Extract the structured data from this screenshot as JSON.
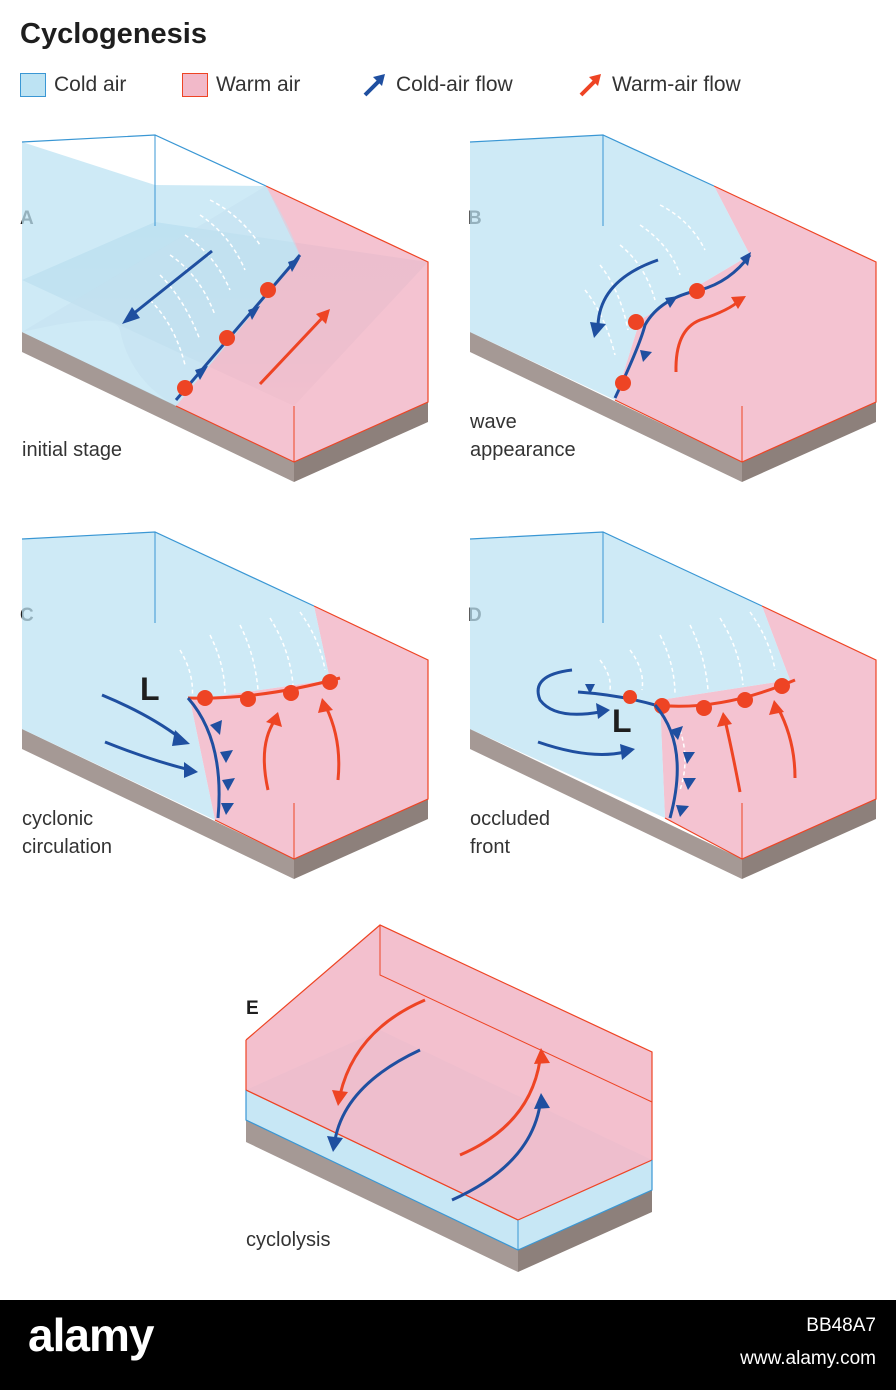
{
  "title": "Cyclogenesis",
  "legend": {
    "cold_air": "Cold air",
    "warm_air": "Warm air",
    "cold_air_flow": "Cold-air flow",
    "warm_air_flow": "Warm-air flow"
  },
  "colors": {
    "cold_fill": "#bde3f3",
    "cold_edge": "#3a97d4",
    "warm_fill": "#f2b9c9",
    "warm_edge": "#ee4424",
    "cold_arrow": "#1f4fa0",
    "warm_arrow": "#ee4424",
    "ground": "#a59995"
  },
  "panels": [
    {
      "letter": "A",
      "caption_lines": [
        "initial stage"
      ]
    },
    {
      "letter": "B",
      "caption_lines": [
        "wave",
        "appearance"
      ]
    },
    {
      "letter": "C",
      "caption_lines": [
        "cyclonic",
        "circulation"
      ],
      "low_label": "L"
    },
    {
      "letter": "D",
      "caption_lines": [
        "occluded",
        "front"
      ],
      "low_label": "L"
    },
    {
      "letter": "E",
      "caption_lines": [
        "cyclolysis"
      ]
    }
  ],
  "watermark": {
    "brand": "alamy",
    "image_id": "BB48A7",
    "url": "www.alamy.com"
  }
}
